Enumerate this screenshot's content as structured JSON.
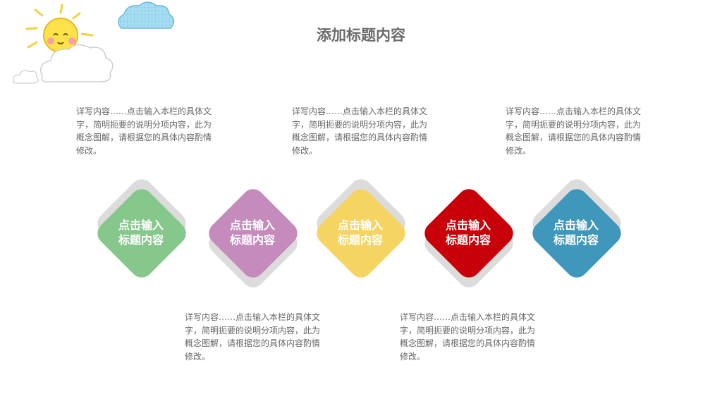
{
  "slide": {
    "title": "添加标题内容"
  },
  "descriptions": {
    "top": [
      "详写内容……点击输入本栏的具体文字，简明扼要的说明分项内容，此为概念图解，请根据您的具体内容酌情修改。",
      "详写内容……点击输入本栏的具体文字，简明扼要的说明分项内容，此为概念图解，请根据您的具体内容酌情修改。",
      "详写内容……点击输入本栏的具体文字，简明扼要的说明分项内容，此为概念图解，请根据您的具体内容酌情修改。"
    ],
    "bottom": [
      "详写内容……点击输入本栏的具体文字，简明扼要的说明分项内容，此为概念图解，请根据您的具体内容酌情修改。",
      "详写内容……点击输入本栏的具体文字，简明扼要的说明分项内容，此为概念图解，请根据您的具体内容酌情修改。"
    ]
  },
  "diamonds": [
    {
      "line1": "点击输入",
      "line2": "标题内容",
      "color": "#86c78b"
    },
    {
      "line1": "点击输入",
      "line2": "标题内容",
      "color": "#c58bbd"
    },
    {
      "line1": "点击输入",
      "line2": "标题内容",
      "color": "#f6d462"
    },
    {
      "line1": "点击输入",
      "line2": "标题内容",
      "color": "#c8000a"
    },
    {
      "line1": "点击输入",
      "line2": "标题内容",
      "color": "#3f97bb"
    }
  ]
}
